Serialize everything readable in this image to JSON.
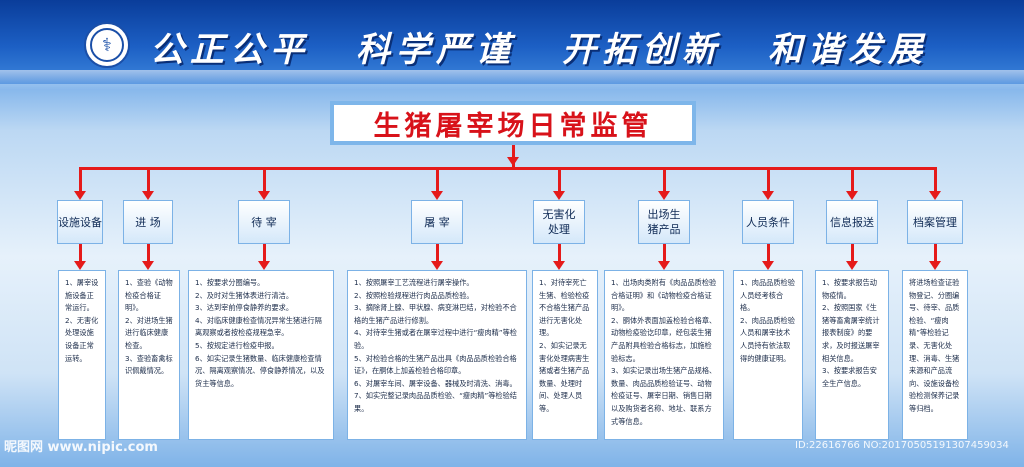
{
  "slogan": [
    "公正公平",
    "科学严谨",
    "开拓创新",
    "和谐发展"
  ],
  "title": "生猪屠宰场日常监管",
  "categories": [
    {
      "label": "设施设备"
    },
    {
      "label": "进 场"
    },
    {
      "label": "待 宰"
    },
    {
      "label": "屠 宰"
    },
    {
      "label": "无害化\n处理"
    },
    {
      "label": "出场生\n猪产品"
    },
    {
      "label": "人员条件"
    },
    {
      "label": "信息报送"
    },
    {
      "label": "档案管理"
    }
  ],
  "details": [
    [
      "1、屠宰设施设备正常运行。",
      "2、无害化处理设施设备正常运转。"
    ],
    [
      "1、查验《动物检疫合格证明》。",
      "2、对进场生猪进行临床健康检查。",
      "3、查验畜禽标识佩戴情况。"
    ],
    [
      "1、按要求分圈编号。",
      "2、及时对生猪体表进行清洁。",
      "3、达到宰前停食静养的要求。",
      "4、对临床健康检查情况异常生猪进行隔离观察或者按检疫规程急宰。",
      "5、按规定进行检疫申报。",
      "6、如实记录生猪数量、临床健康检查情况、隔离观察情况、停食静养情况，以及货主等信息。"
    ],
    [
      "1、按照屠宰工艺流程进行屠宰操作。",
      "2、按照检验规程进行肉品品质检验。",
      "3、摘除肾上腺、甲状腺、病变淋巴结，对检验不合格的生猪产品进行修割。",
      "4、对待宰生猪或者在屠宰过程中进行“瘦肉精”等检验。",
      "5、对检验合格的生猪产品出具《肉品品质检验合格证》，在胴体上加盖检验合格印章。",
      "6、对屠宰车间、屠宰设备、器械及时清洗、消毒。",
      "7、如实完整记录肉品品质检验、“瘦肉精”等检验结果。"
    ],
    [
      "1、对待宰死亡生猪、检验检疫不合格生猪产品进行无害化处理。",
      "2、如实记录无害化处理病害生猪或者生猪产品数量、处理时间、处理人员等。"
    ],
    [
      "1、出场肉类附有《肉品品质检验合格证明》和《动物检疫合格证明》。",
      "2、胴体外表面加盖检验合格章、动物检疫验讫印章，经包装生猪产品附具检验合格标志，加施检验标志。",
      "3、如实记录出场生猪产品规格、数量、肉品品质检验证号、动物检疫证号、屠宰日期、销售日期以及购货者名称、地址、联系方式等信息。"
    ],
    [
      "1、肉品品质检验人员经考核合格。",
      "2、肉品品质检验人员和屠宰技术人员持有依法取得的健康证明。"
    ],
    [
      "1、按要求报告动物疫情。",
      "2、按照国家《生猪等畜禽屠宰统计报表制度》的要求，及时报送屠宰相关信息。",
      "3、按要求报告安全生产信息。"
    ],
    [
      "将进场检查证验物登记、分圈编号、待宰、品质检验、“瘦肉精”等检验记录、无害化处理、消毒、生猪来源和产品流向、设施设备检验检测保养记录等归档。"
    ]
  ],
  "watermark": {
    "left": "昵图网 www.nipic.com",
    "right": "ID:22616766 NO:20170505191307459034"
  }
}
